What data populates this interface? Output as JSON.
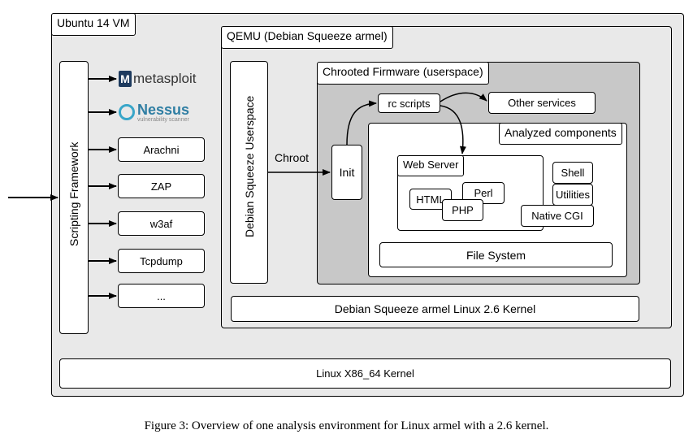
{
  "ubuntu_vm": {
    "title": "Ubuntu 14 VM"
  },
  "scripting_framework": {
    "label": "Scripting Framework"
  },
  "tools": {
    "metasploit": "metasploit",
    "nessus": "Nessus",
    "nessus_sub": "vulnerability scanner",
    "items": [
      "Arachni",
      "ZAP",
      "w3af",
      "Tcpdump",
      "..."
    ]
  },
  "qemu": {
    "title": "QEMU (Debian Squeeze armel)",
    "userspace": "Debian Squeeze Userspace",
    "chroot": "Chroot",
    "kernel": "Debian Squeeze armel Linux 2.6 Kernel"
  },
  "firmware": {
    "title": "Chrooted Firmware (userspace)",
    "init": "Init",
    "rc_scripts": "rc scripts",
    "other_services": "Other services"
  },
  "analyzed": {
    "title": "Analyzed components",
    "web_server": "Web Server",
    "html": "HTML",
    "perl": "Perl",
    "php": "PHP",
    "shell": "Shell",
    "utilities": "Utilities",
    "native_cgi": "Native CGI",
    "file_system": "File System"
  },
  "host_kernel": "Linux X86_64  Kernel",
  "caption": "Figure 3: Overview of one analysis environment for Linux armel with a 2.6 kernel.",
  "colors": {
    "outer_bg": "#e9e9e9",
    "qemu_bg": "#e9e9e9",
    "firmware_bg": "#c8c8c8",
    "box_bg": "#ffffff"
  }
}
